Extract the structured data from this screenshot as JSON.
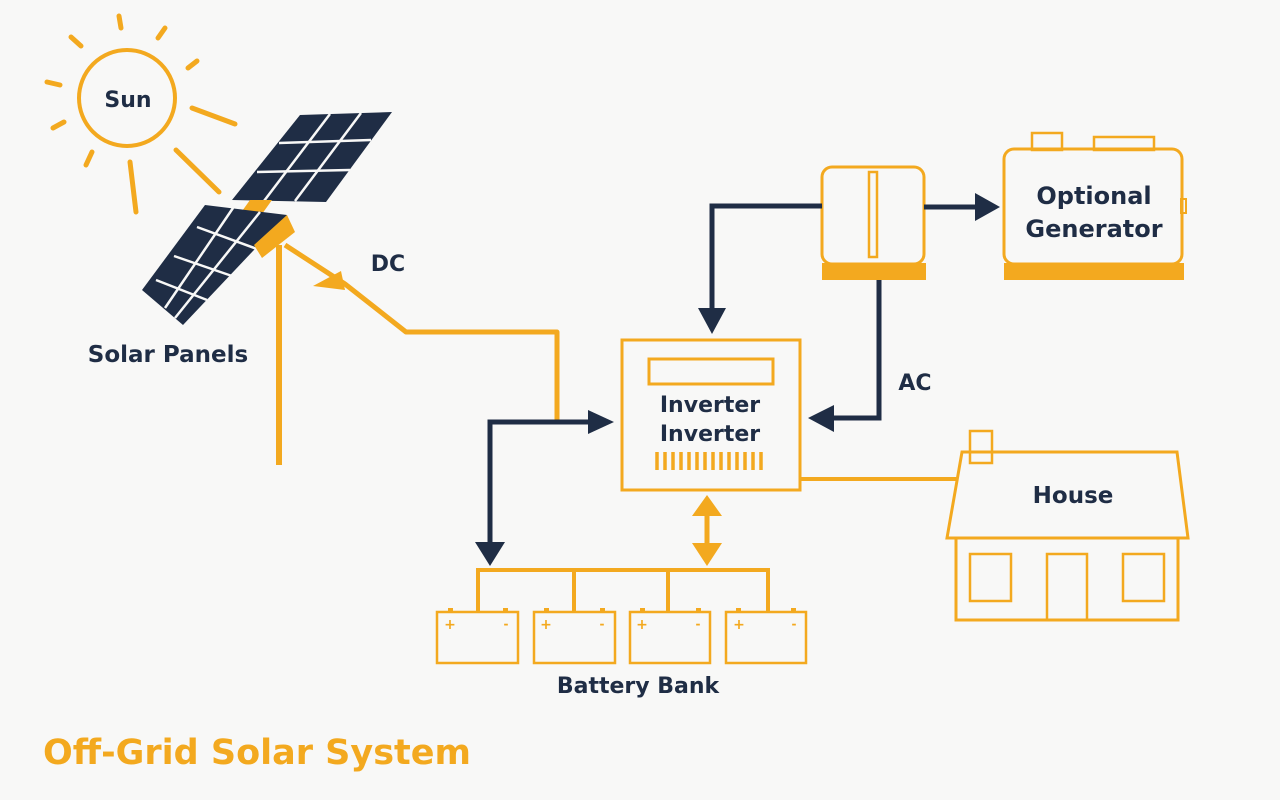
{
  "diagram": {
    "title": "Off-Grid Solar System",
    "colors": {
      "accent": "#f3a91f",
      "dark": "#1f2d45",
      "background": "#f8f8f7"
    },
    "nodes": {
      "sun": {
        "label": "Sun"
      },
      "solar_panels": {
        "label": "Solar Panels"
      },
      "inverter": {
        "label_line1": "Inverter",
        "label_line2": "Inverter"
      },
      "transfer_switch": {
        "label": ""
      },
      "generator": {
        "label_line1": "Optional",
        "label_line2": "Generator"
      },
      "house": {
        "label": "House"
      },
      "battery_bank": {
        "label": "Battery Bank",
        "count": 4,
        "plus": "+",
        "minus": "-"
      }
    },
    "edges": {
      "dc": {
        "label": "DC",
        "from": "solar_panels",
        "to": "inverter"
      },
      "ac": {
        "label": "AC",
        "from": "transfer_switch",
        "to": "inverter"
      }
    }
  }
}
